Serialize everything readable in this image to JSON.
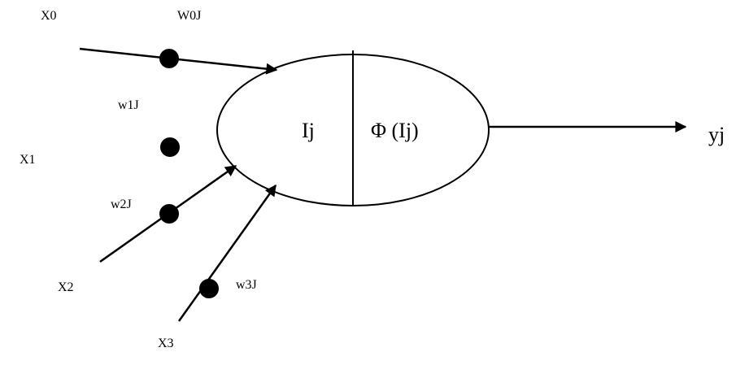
{
  "inputs": {
    "x0": "X0",
    "x1": "X1",
    "x2": "X2",
    "x3": "X3"
  },
  "weights": {
    "w0": "W0J",
    "w1": "w1J",
    "w2": "w2J",
    "w3": "w3J"
  },
  "neuron": {
    "sum_label": "Ij",
    "activation_label": "Φ (Ij)"
  },
  "output": {
    "label": "yj"
  },
  "colors": {
    "stroke": "#000000",
    "background": "#ffffff"
  }
}
